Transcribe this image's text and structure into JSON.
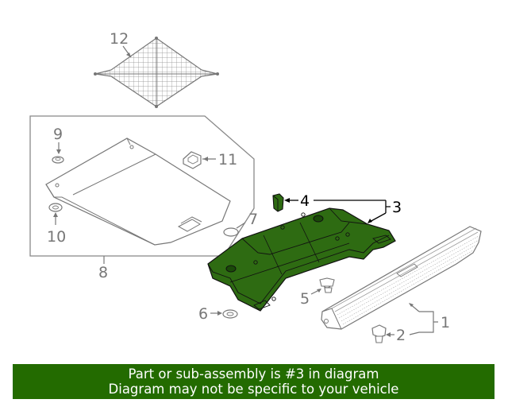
{
  "callouts": {
    "c1": "1",
    "c2": "2",
    "c3": "3",
    "c4": "4",
    "c5": "5",
    "c6": "6",
    "c7": "7",
    "c8": "8",
    "c9": "9",
    "c10": "10",
    "c11": "11",
    "c12": "12"
  },
  "highlight_part": "3",
  "colors": {
    "highlight_fill": "#2e6b12",
    "banner_bg": "#236b00",
    "line": "#777777"
  },
  "banner": {
    "line1": "Part or sub-assembly is #3 in diagram",
    "line2": "Diagram may not be specific to your vehicle"
  }
}
